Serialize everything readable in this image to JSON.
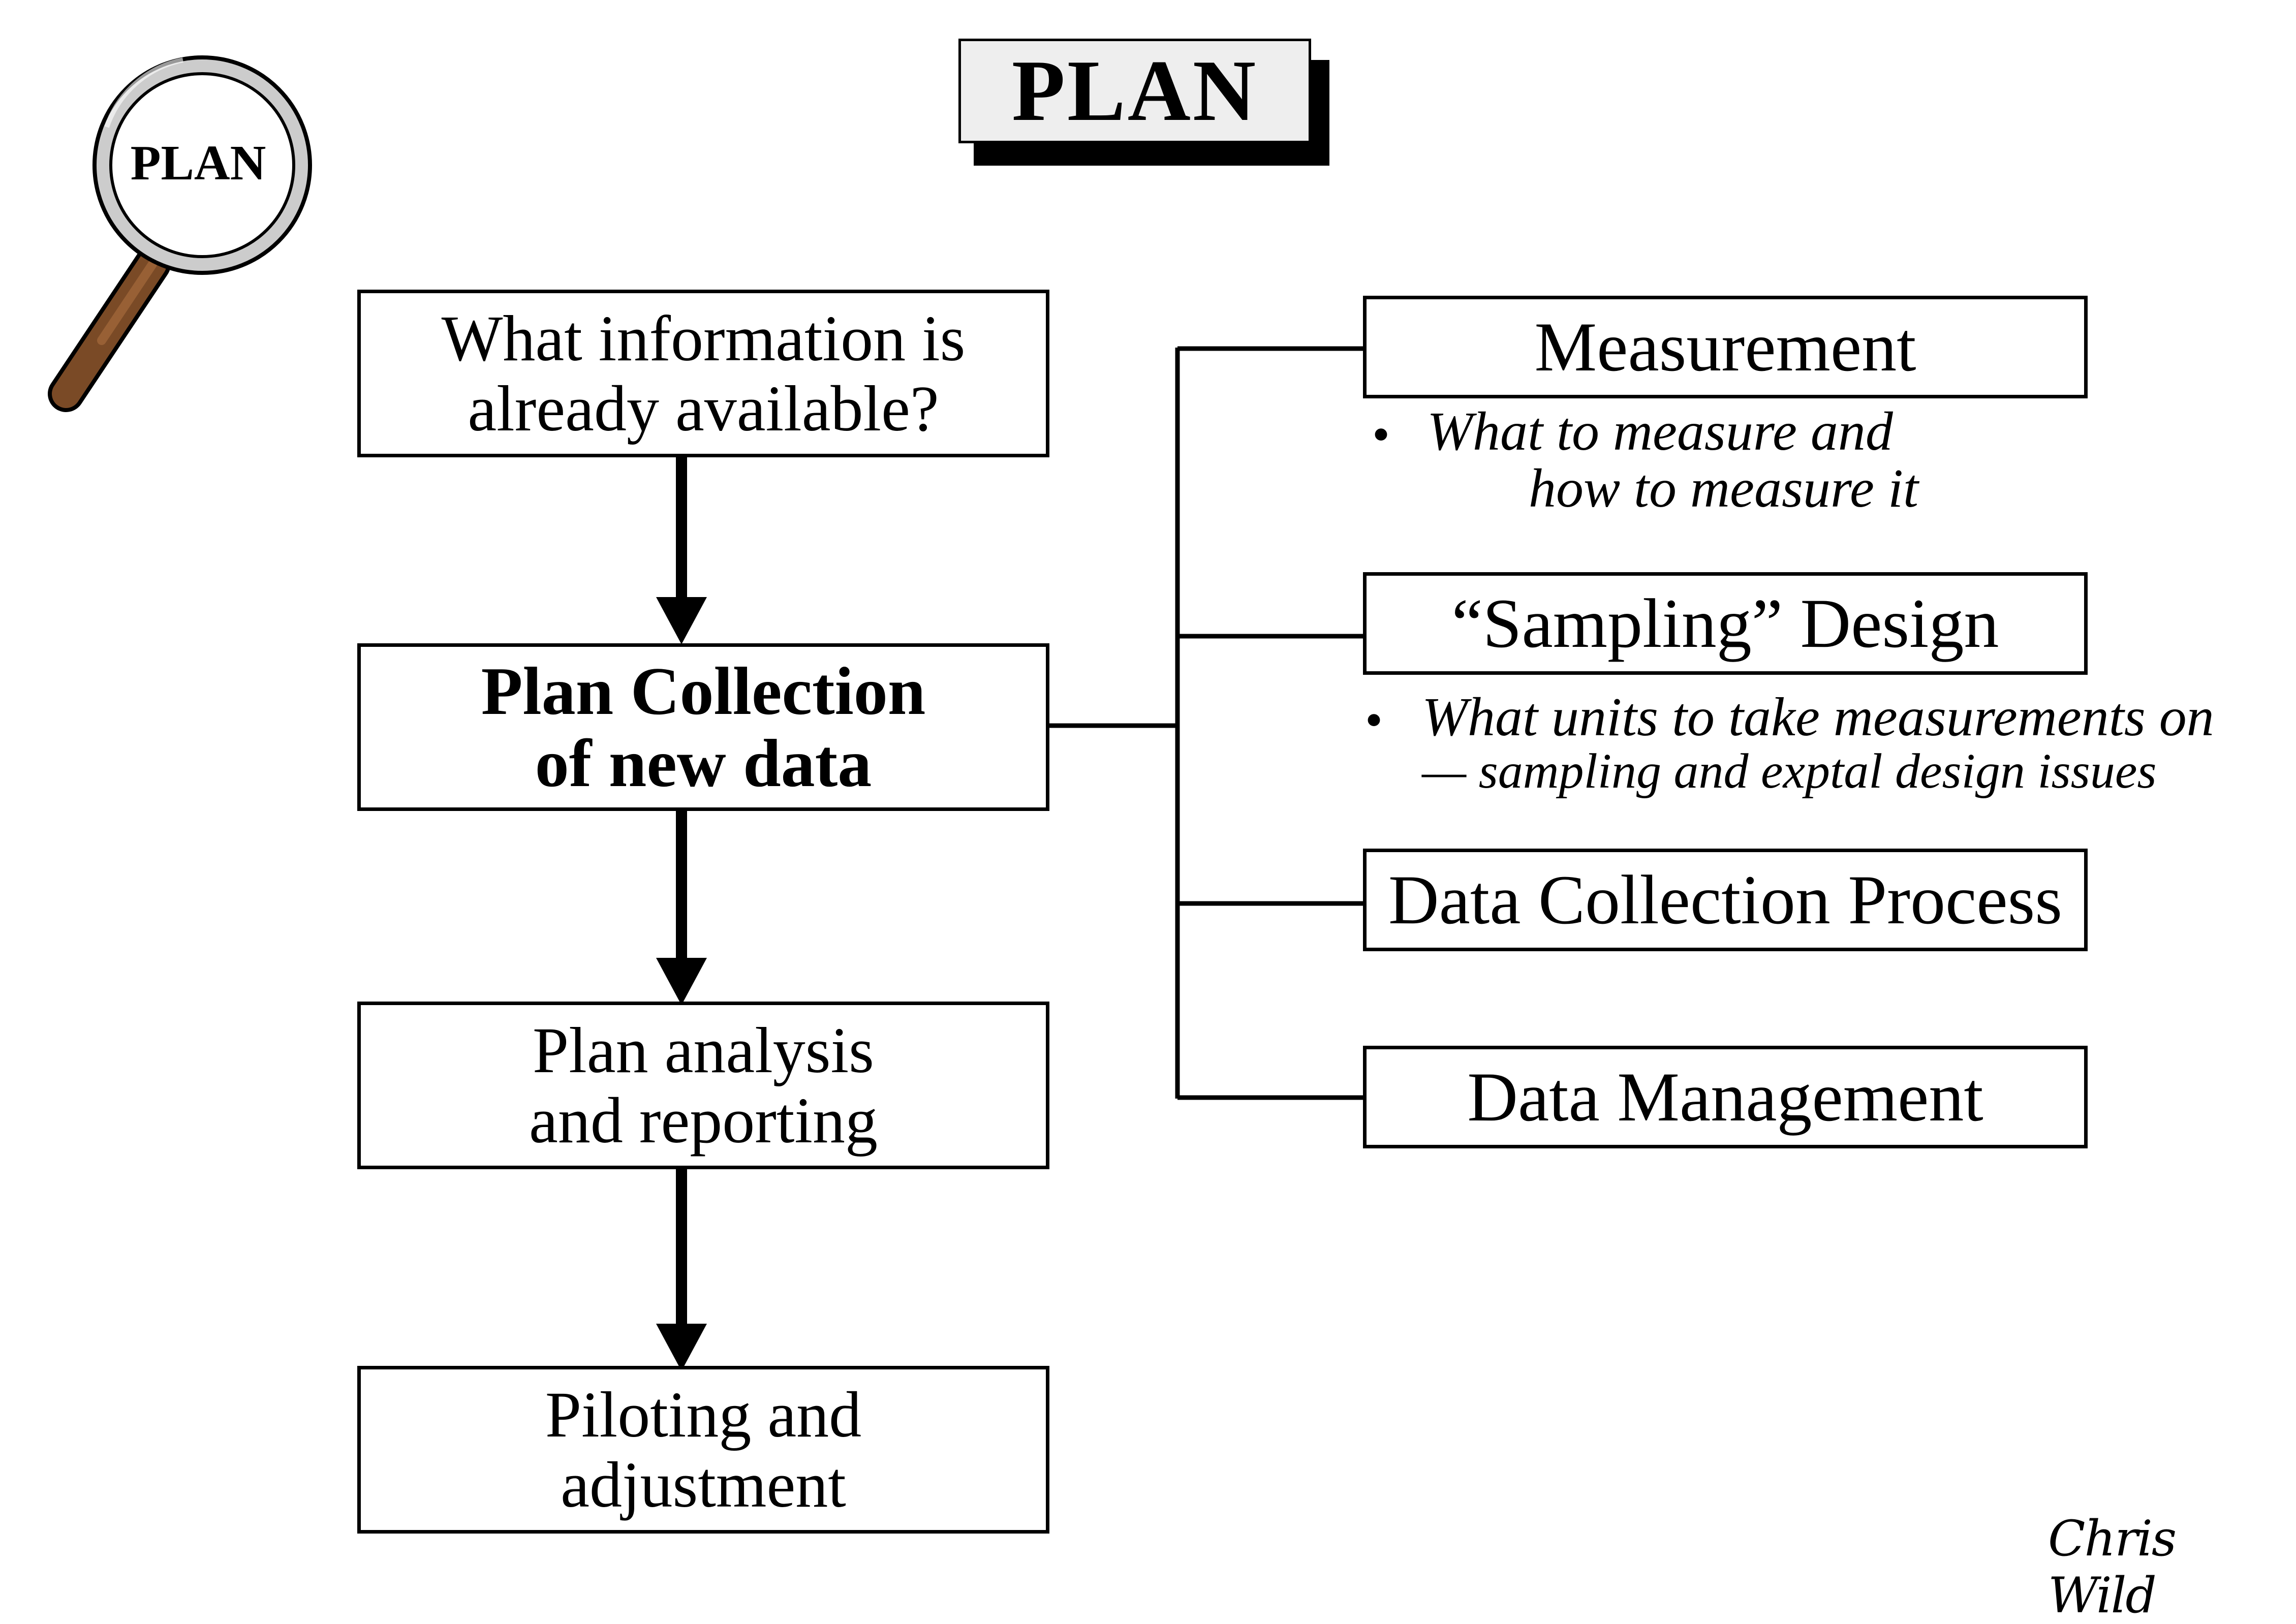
{
  "title": "PLAN",
  "magnifier": {
    "label": "PLAN"
  },
  "flow_boxes": [
    {
      "lines": [
        "What information is",
        "already available?"
      ]
    },
    {
      "lines": [
        "Plan Collection",
        "of new data"
      ]
    },
    {
      "lines": [
        "Plan analysis",
        "and reporting"
      ]
    },
    {
      "lines": [
        "Piloting and",
        "adjustment"
      ]
    }
  ],
  "branch_boxes": [
    {
      "label": "Measurement"
    },
    {
      "label": "“Sampling” Design"
    },
    {
      "label": "Data Collection Process"
    },
    {
      "label": "Data Management"
    }
  ],
  "notes": {
    "measurement": {
      "line1": "What to measure and",
      "line2": "how to measure it"
    },
    "sampling": {
      "line1": "What  units to take measurements on",
      "line2": "— sampling and exptal design issues"
    }
  },
  "credit": "Chris Wild"
}
